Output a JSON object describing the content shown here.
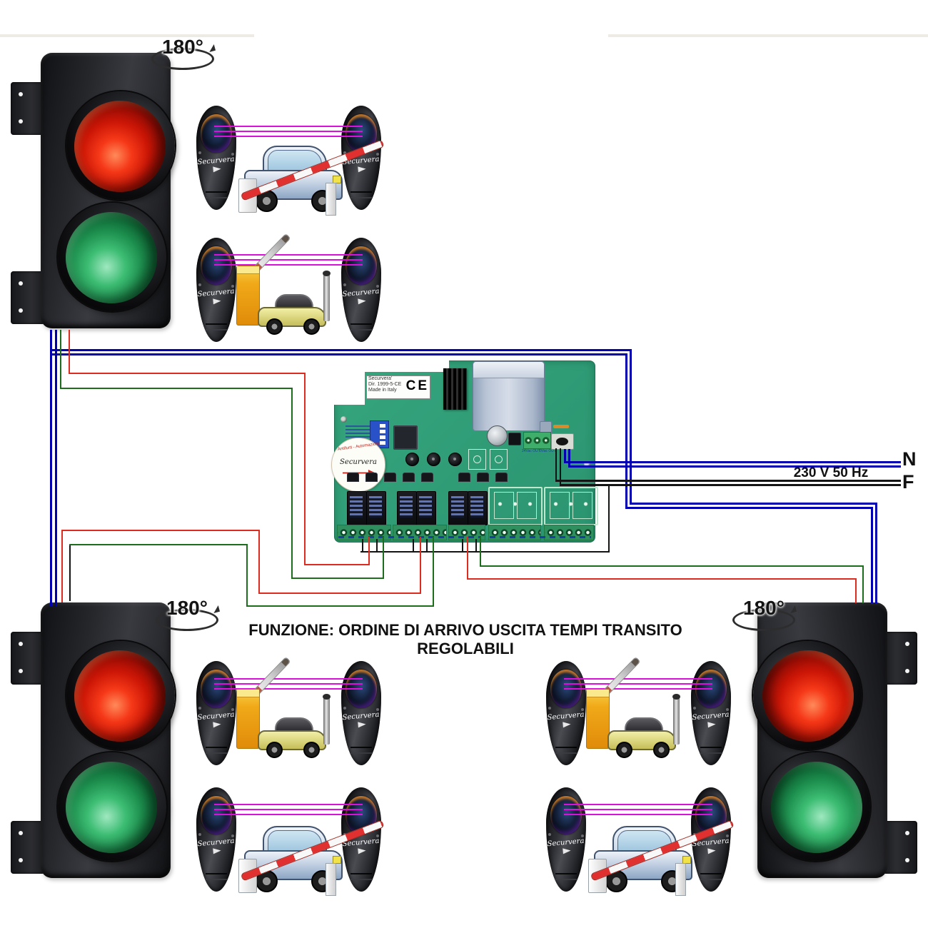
{
  "labels": {
    "rotation": "180°",
    "function_caption": "FUNZIONE: ORDINE DI ARRIVO USCITA TEMPI TRANSITO REGOLABILI",
    "voltage": "230 V 50 Hz",
    "neutral": "N",
    "phase": "F"
  },
  "board": {
    "name_line1": "Securvera'",
    "name_line2": "Dir. 1999-5-CE",
    "name_line3": "Made in Italy",
    "ce_mark": "CE",
    "logo_ring": "Antifurti - Automazioni",
    "logo_name": "Securvera",
    "terminal_label_24v": "24Vac OUT",
    "terminal_label_0v": "0Vac OUT"
  },
  "photocell": {
    "brand": "Securvera"
  },
  "colors": {
    "wire_blue": "#0000b0",
    "wire_red": "#de2b20",
    "wire_green": "#1c6e1c",
    "wire_black": "#141414",
    "beam_magenta": "#d911d9",
    "pcb_green": "#2f9e78",
    "traffic_red": "#cc1606",
    "traffic_green": "#1d8f4e",
    "barrier_yellow": "#f0a818"
  }
}
